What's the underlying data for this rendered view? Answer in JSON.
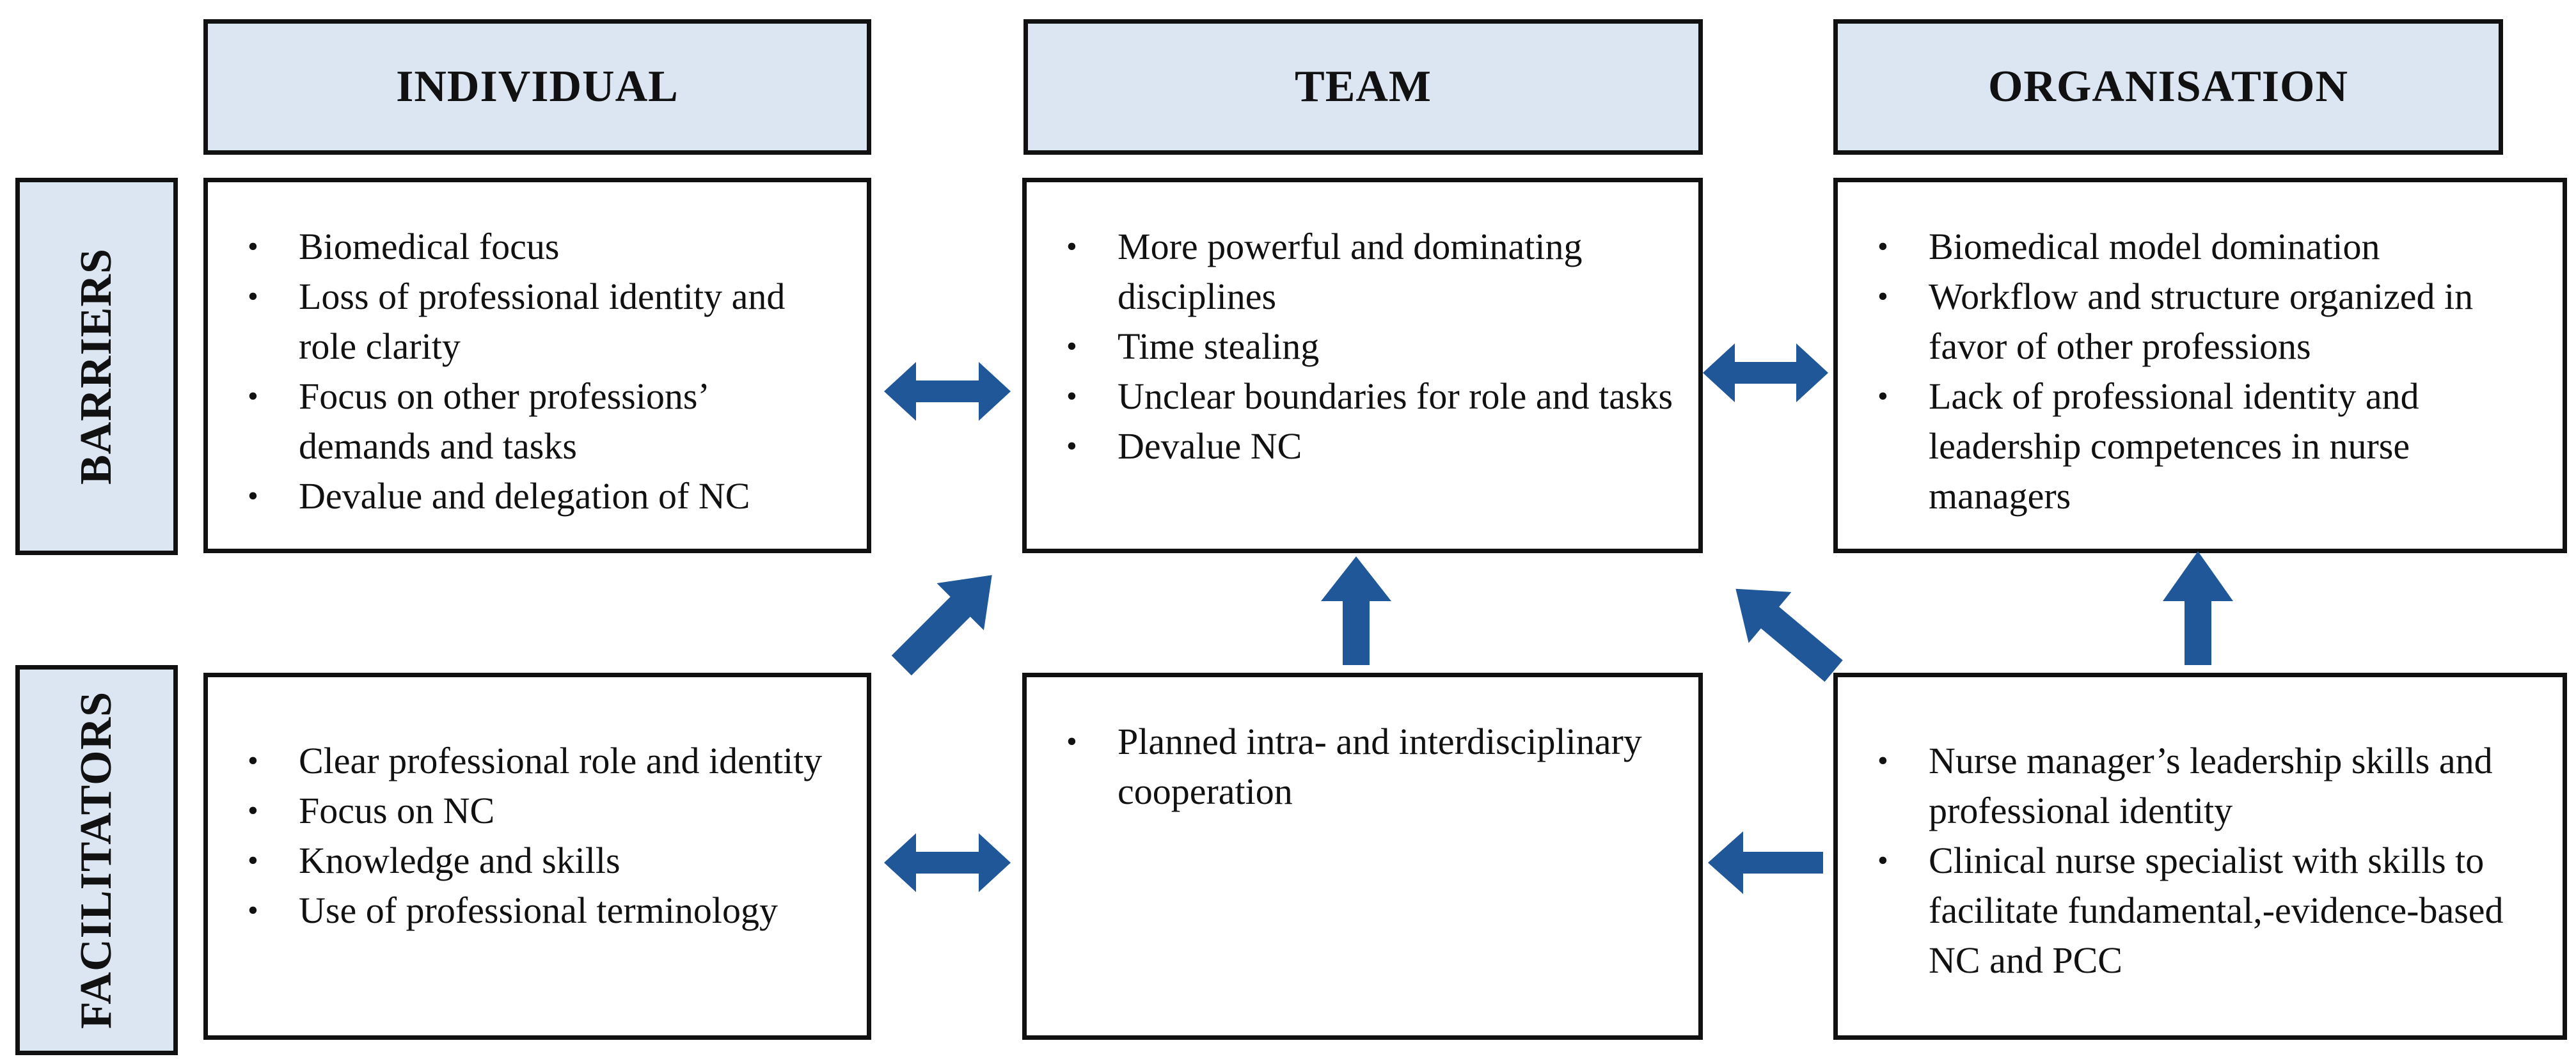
{
  "columns": [
    "INDIVIDUAL",
    "TEAM",
    "ORGANISATION"
  ],
  "rows": [
    "BARRIERS",
    "FACILITATORS"
  ],
  "barriers": {
    "individual": [
      "Biomedical focus",
      "Loss of professional identity and role clarity",
      "Focus on other professions’ demands and tasks",
      "Devalue and delegation of NC"
    ],
    "team": [
      "More powerful and dominating disciplines",
      "Time stealing",
      "Unclear boundaries for role and tasks",
      "Devalue NC"
    ],
    "organisation": [
      "Biomedical model domination",
      "Workflow and structure organized in favor of other professions",
      "Lack of professional identity and leadership competences in nurse managers"
    ]
  },
  "facilitators": {
    "individual": [
      "Clear professional role and identity",
      "Focus on NC",
      "Knowledge and skills",
      "Use of professional terminology"
    ],
    "team": [
      "Planned intra- and interdisciplinary cooperation"
    ],
    "organisation": [
      "Nurse manager’s leadership skills and professional identity",
      "Clinical nurse specialist with skills to facilitate fundamental,-evidence-based NC and PCC"
    ]
  },
  "arrow_color": "#1f5799",
  "header_fill": "#dce6f2"
}
